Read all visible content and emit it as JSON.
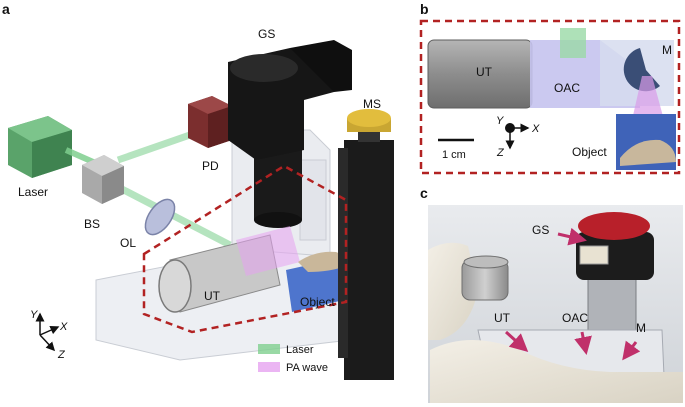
{
  "panels": {
    "a": "a",
    "b": "b",
    "c": "c"
  },
  "panel_a": {
    "labels": {
      "gs": "GS",
      "ms": "MS",
      "pd": "PD",
      "laser": "Laser",
      "bs": "BS",
      "ol": "OL",
      "ut": "UT",
      "object": "Object"
    },
    "axes": {
      "y": "Y",
      "x": "X",
      "z": "Z"
    },
    "legend": [
      {
        "label": "Laser",
        "color": "#7fcf8f"
      },
      {
        "label": "PA wave",
        "color": "#e6a3f0"
      }
    ]
  },
  "panel_b": {
    "labels": {
      "ut": "UT",
      "oac": "OAC",
      "m": "M",
      "object": "Object"
    },
    "axes": {
      "y": "Y",
      "x": "X",
      "z": "Z"
    },
    "scale_bar": "1 cm"
  },
  "panel_c": {
    "labels": {
      "gs": "GS",
      "ut": "UT",
      "oac": "OAC",
      "m": "M"
    }
  },
  "colors": {
    "dashed_box": "#b22222",
    "laser_beam": "#7fcf8f",
    "pa_wave": "#e6a3f0",
    "arrow": "#c0306a"
  }
}
